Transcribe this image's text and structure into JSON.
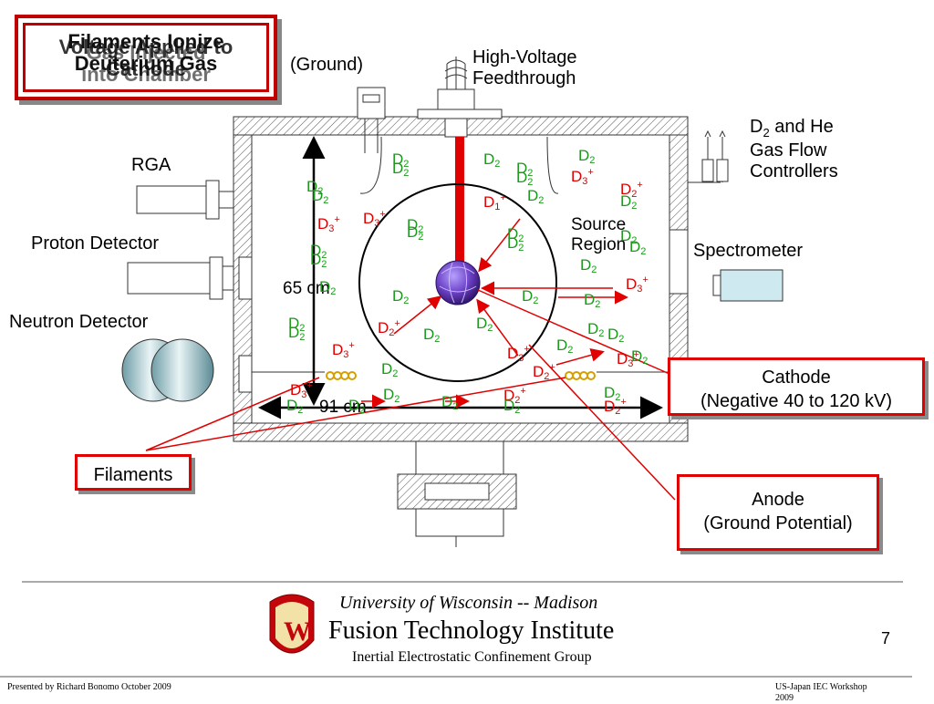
{
  "title_layers": [
    {
      "line1": "Filaments Ionize",
      "line2": "Deuterium Gas"
    },
    {
      "line1": "Voltage Applied to",
      "line2": "Cathode"
    },
    {
      "line1": "Gas Injected",
      "line2": "into Chamber"
    }
  ],
  "labels": {
    "ground": "(Ground)",
    "hv_feedthrough_1": "High-Voltage",
    "hv_feedthrough_2": "Feedthrough",
    "gas_flow_1_main": "D",
    "gas_flow_1_sub": "2",
    "gas_flow_1_rest": " and He",
    "gas_flow_2": "Gas Flow",
    "gas_flow_3": "Controllers",
    "rga": "RGA",
    "proton_detector": "Proton Detector",
    "neutron_detector": "Neutron Detector",
    "spectrometer": "Spectrometer",
    "source_region_1": "Source",
    "source_region_2": "Region",
    "height_dim": "65 cm",
    "width_dim": "91 cm"
  },
  "callouts": {
    "cathode_1": "Cathode",
    "cathode_2": "(Negative 40 to 120 kV)",
    "anode_1": "Anode",
    "anode_2": "(Ground Potential)",
    "filaments": "Filaments"
  },
  "particles": [
    {
      "b": "D",
      "sub": "2",
      "sup": "",
      "c": "#1a9a1a"
    },
    {
      "b": "D",
      "sub": "2",
      "sup": "",
      "c": "#1a9a1a"
    },
    {
      "b": "D",
      "sub": "2",
      "sup": "",
      "c": "#1a9a1a"
    },
    {
      "b": "D",
      "sub": "2",
      "sup": "",
      "c": "#1a9a1a"
    },
    {
      "b": "D",
      "sub": "2",
      "sup": "",
      "c": "#1a9a1a"
    },
    {
      "b": "D",
      "sub": "3",
      "sup": "+",
      "c": "#e00000"
    },
    {
      "b": "D",
      "sub": "2",
      "sup": "",
      "c": "#1a9a1a"
    },
    {
      "b": "D",
      "sub": "2",
      "sup": "+",
      "c": "#e00000"
    },
    {
      "b": "D",
      "sub": "2",
      "sup": "",
      "c": "#1a9a1a"
    },
    {
      "b": "D",
      "sub": "1",
      "sup": "+",
      "c": "#e00000"
    },
    {
      "b": "D",
      "sub": "2",
      "sup": "",
      "c": "#1a9a1a"
    },
    {
      "b": "D",
      "sub": "3",
      "sup": "+",
      "c": "#e00000"
    },
    {
      "b": "D",
      "sub": "3",
      "sup": "+",
      "c": "#e00000"
    },
    {
      "b": "D",
      "sub": "2",
      "sup": "",
      "c": "#1a9a1a"
    },
    {
      "b": "D",
      "sub": "2",
      "sup": "",
      "c": "#1a9a1a"
    },
    {
      "b": "D",
      "sub": "2",
      "sup": "",
      "c": "#1a9a1a"
    },
    {
      "b": "D",
      "sub": "2",
      "sup": "",
      "c": "#1a9a1a"
    },
    {
      "b": "D",
      "sub": "2",
      "sup": "",
      "c": "#1a9a1a"
    },
    {
      "b": "D",
      "sub": "2",
      "sup": "",
      "c": "#1a9a1a"
    },
    {
      "b": "D",
      "sub": "2",
      "sup": "",
      "c": "#1a9a1a"
    },
    {
      "b": "D",
      "sub": "3",
      "sup": "+",
      "c": "#e00000"
    },
    {
      "b": "D",
      "sub": "2",
      "sup": "",
      "c": "#1a9a1a"
    },
    {
      "b": "D",
      "sub": "2",
      "sup": "",
      "c": "#1a9a1a"
    },
    {
      "b": "D",
      "sub": "2",
      "sup": "",
      "c": "#1a9a1a"
    },
    {
      "b": "D",
      "sub": "2",
      "sup": "+",
      "c": "#e00000"
    },
    {
      "b": "D",
      "sub": "2",
      "sup": "",
      "c": "#1a9a1a"
    },
    {
      "b": "D",
      "sub": "2",
      "sup": "",
      "c": "#1a9a1a"
    },
    {
      "b": "D",
      "sub": "2",
      "sup": "",
      "c": "#1a9a1a"
    },
    {
      "b": "D",
      "sub": "2",
      "sup": "",
      "c": "#1a9a1a"
    },
    {
      "b": "D",
      "sub": "3",
      "sup": "+",
      "c": "#e00000"
    },
    {
      "b": "D",
      "sub": "3",
      "sup": "+",
      "c": "#e00000"
    },
    {
      "b": "D",
      "sub": "2",
      "sup": "",
      "c": "#1a9a1a"
    },
    {
      "b": "D",
      "sub": "2",
      "sup": "",
      "c": "#1a9a1a"
    },
    {
      "b": "D",
      "sub": "3",
      "sup": "+",
      "c": "#e00000"
    },
    {
      "b": "D",
      "sub": "2",
      "sup": "",
      "c": "#1a9a1a"
    },
    {
      "b": "D",
      "sub": "2",
      "sup": "+",
      "c": "#e00000"
    },
    {
      "b": "D",
      "sub": "2",
      "sup": "",
      "c": "#1a9a1a"
    },
    {
      "b": "D",
      "sub": "2",
      "sup": "",
      "c": "#1a9a1a"
    },
    {
      "b": "D",
      "sub": "2",
      "sup": "",
      "c": "#1a9a1a"
    },
    {
      "b": "D",
      "sub": "2",
      "sup": "",
      "c": "#1a9a1a"
    },
    {
      "b": "D",
      "sub": "3",
      "sup": "+",
      "c": "#e00000"
    },
    {
      "b": "D",
      "sub": "2",
      "sup": "",
      "c": "#1a9a1a"
    },
    {
      "b": "D",
      "sub": "2",
      "sup": "",
      "c": "#1a9a1a"
    },
    {
      "b": "D",
      "sub": "2",
      "sup": "",
      "c": "#1a9a1a"
    },
    {
      "b": "D",
      "sub": "2",
      "sup": "",
      "c": "#1a9a1a"
    },
    {
      "b": "D",
      "sub": "2",
      "sup": "+",
      "c": "#e00000"
    },
    {
      "b": "D",
      "sub": "2",
      "sup": "",
      "c": "#1a9a1a"
    },
    {
      "b": "D",
      "sub": "2",
      "sup": "",
      "c": "#1a9a1a"
    },
    {
      "b": "D",
      "sub": "2",
      "sup": "+",
      "c": "#e00000"
    },
    {
      "b": "D",
      "sub": "2",
      "sup": "",
      "c": "#1a9a1a"
    },
    {
      "b": "D",
      "sub": "2",
      "sup": "",
      "c": "#1a9a1a"
    },
    {
      "b": "D",
      "sub": "2",
      "sup": "",
      "c": "#1a9a1a"
    }
  ],
  "footer": {
    "institution": "University of Wisconsin -- Madison",
    "institute": "Fusion Technology Institute",
    "group": "Inertial Electrostatic Confinement Group",
    "slide_number": "7",
    "presenter": "Presented by Richard Bonomo  October 2009",
    "workshop_1": "US-Japan IEC Workshop",
    "workshop_2": "2009",
    "logo_letter": "W"
  },
  "colors": {
    "callout_border": "#e00000",
    "title_border": "#c00000",
    "ion": "#e00000",
    "neutral": "#1a9a1a",
    "feedthrough": "#e00000",
    "cathode": "#6a3fc4"
  }
}
